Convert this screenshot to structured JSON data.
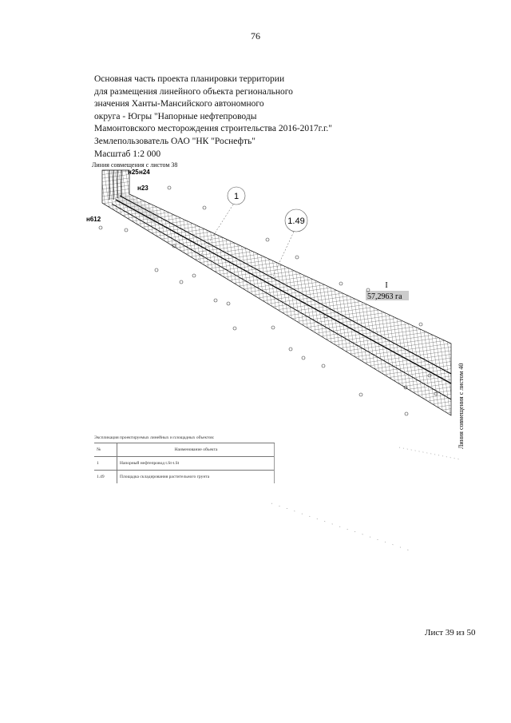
{
  "page": {
    "number": "76",
    "sheet": "Лист 39 из 50"
  },
  "header": {
    "lines": [
      "Основная часть проекта планировки территории",
      "для размещения линейного объекта регионального",
      "значения Ханты-Мансийского автономного",
      "округа - Югры \"Напорные нефтепроводы",
      "Мамонтовского месторождения строительства 2016-2017г.г.\"",
      "Землепользователь ОАО \"НК \"Роснефть\"",
      "Масштаб 1:2 000"
    ]
  },
  "drawing": {
    "match_line_top": "Линия совмещения с листом 38",
    "match_line_right": "Линия совмещения с листом 40",
    "point_labels": {
      "p25": "н25",
      "p24": "н24",
      "p23": "н23",
      "p612": "н612"
    },
    "callouts": {
      "c1": "1",
      "c149": "1.49"
    },
    "area": {
      "id": "I",
      "value": "57,2963 га"
    }
  },
  "legend": {
    "title": "Экспликация проектируемых линейных и площадных объектов:",
    "headers": [
      "№",
      "Наименование объекта"
    ],
    "rows": [
      {
        "num": "1",
        "name": "Напорный нефтепровод t.St-t.St"
      },
      {
        "num": "1.49",
        "name": "Площадка складирования растительного грунта"
      }
    ]
  }
}
